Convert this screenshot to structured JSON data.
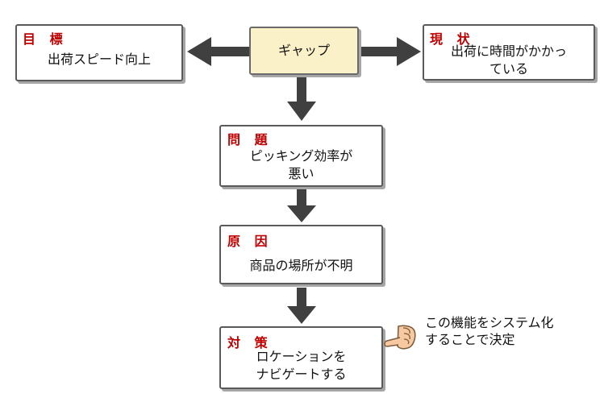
{
  "goal": {
    "tag": "目 標",
    "text": "出荷スピード向上"
  },
  "gap": {
    "text": "ギャップ"
  },
  "current": {
    "tag": "現 状",
    "text": "出荷に時間がかかっ\nている"
  },
  "problem": {
    "tag": "問 題",
    "text": "ピッキング効率が\n悪い"
  },
  "cause": {
    "tag": "原 因",
    "text": "商品の場所が不明"
  },
  "solution": {
    "tag": "対 策",
    "text": "ロケーションを\nナビゲートする"
  },
  "note": {
    "text": "この機能をシステム化\nすることで決定"
  },
  "colors": {
    "tag_red": "#c00000",
    "gap_fill": "#fbf1c9",
    "arrow": "#404040",
    "hand": "#f7c9a0"
  },
  "icons": {
    "hand": "pointing-hand-icon"
  }
}
